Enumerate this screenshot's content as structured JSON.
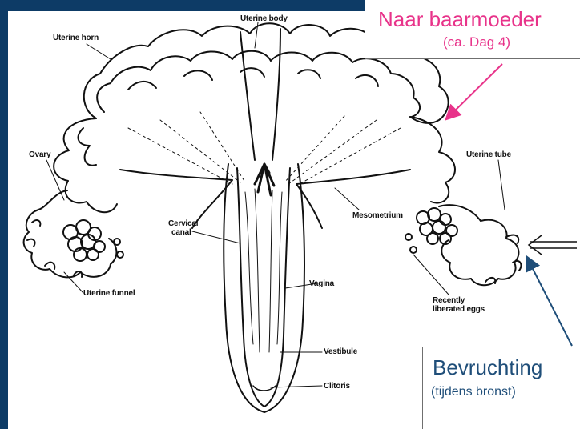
{
  "diagram": {
    "labels": {
      "uterine_body": "Uterine body",
      "uterine_horn": "Uterine horn",
      "ovary": "Ovary",
      "uterine_tube": "Uterine tube",
      "mesometrium": "Mesometrium",
      "cervical_canal_line1": "Cervical",
      "cervical_canal_line2": "canal",
      "uterine_funnel": "Uterine funnel",
      "vagina": "Vagina",
      "recently_liberated_eggs_line1": "Recently",
      "recently_liberated_eggs_line2": "liberated eggs",
      "vestibule": "Vestibule",
      "clitoris": "Clitoris"
    }
  },
  "callouts": {
    "to_uterus": {
      "title": "Naar baarmoeder",
      "subtitle": "(ca. Dag 4)",
      "color": "#e8338a"
    },
    "fertilization": {
      "title": "Bevruchting",
      "subtitle": "(tijdens bronst)",
      "color": "#1f4e79"
    }
  },
  "colors": {
    "frame": "#0d3b66",
    "background": "#ffffff",
    "ink": "#111111"
  },
  "icons": {
    "sperm_arrow": "double-arrow-icon"
  }
}
